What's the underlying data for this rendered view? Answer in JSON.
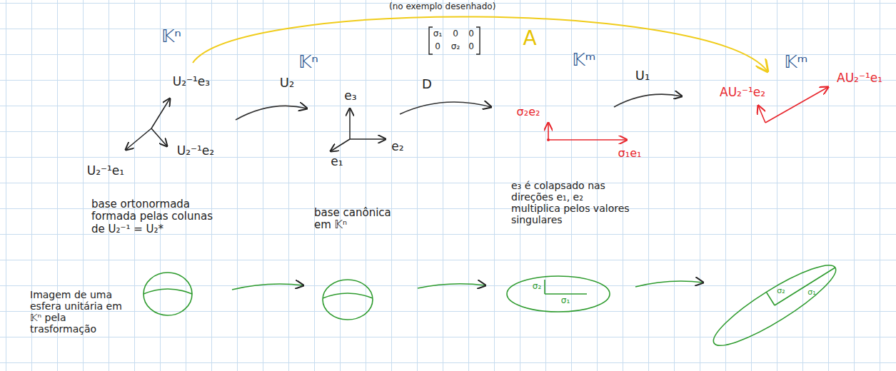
{
  "diagram": {
    "labels": [
      "(no exemplo desenhado)",
      "A",
      "𝕂ⁿ",
      "σ₁",
      "0",
      "0",
      "0",
      "σ₂",
      "0",
      "𝕂ⁿ",
      "𝕂ᵐ",
      "𝕂ᵐ",
      "U₂",
      "D",
      "U₁",
      "U₂⁻¹e₃",
      "e₃",
      "AU₂⁻¹e₂",
      "AU₂⁻¹e₁",
      "σ₂e₂",
      "U₂⁻¹e₁",
      "U₂⁻¹e₂",
      "e₂",
      "σ₁e₁",
      "e₁",
      "base ortonormada formada pelas colunas de U₂⁻¹ = U₂*",
      "base canônica em 𝕂ⁿ",
      "e₃ é colapsado nas direções e₁, e₂ multiplica pelos valores singulares",
      "Imagem de uma esfera unitária em 𝕂ⁿ pela trasformação",
      "σ₂",
      "σ₁",
      "σ₂",
      "σ₁"
    ]
  }
}
